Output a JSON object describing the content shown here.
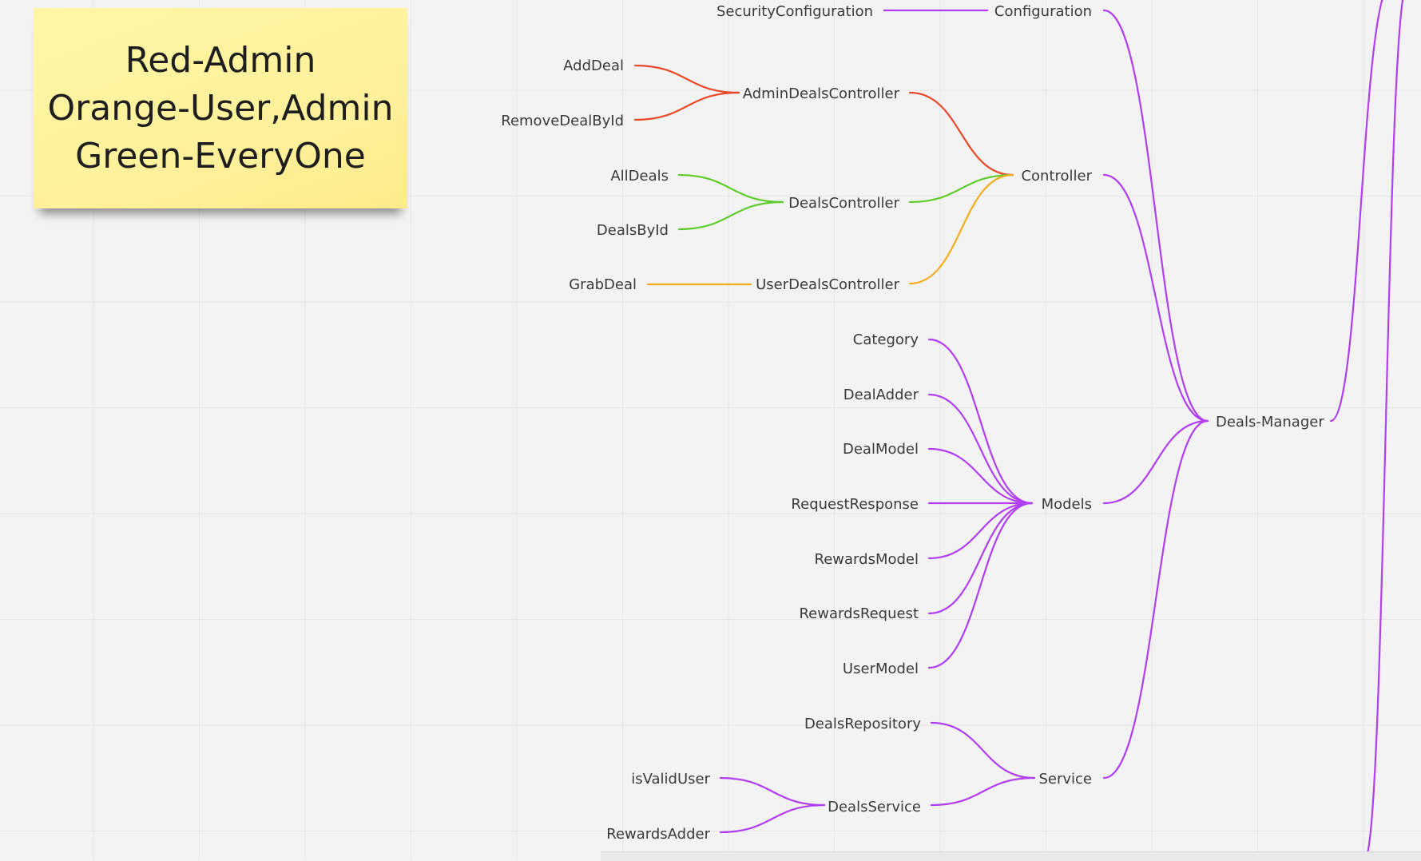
{
  "legend": {
    "lines": [
      "Red-Admin",
      "Orange-User,Admin",
      "Green-EveryOne"
    ]
  },
  "colors": {
    "purple": "#b13ff0",
    "red": "#e8492a",
    "green": "#62cc2e",
    "orange": "#f4ac1c"
  },
  "nodes": {
    "deals_manager": "Deals-Manager",
    "configuration": "Configuration",
    "security_configuration": "SecurityConfiguration",
    "controller": "Controller",
    "admin_deals_controller": "AdminDealsController",
    "add_deal": "AddDeal",
    "remove_deal_by_id": "RemoveDealById",
    "deals_controller": "DealsController",
    "all_deals": "AllDeals",
    "deals_by_id": "DealsById",
    "user_deals_controller": "UserDealsController",
    "grab_deal": "GrabDeal",
    "models": "Models",
    "category": "Category",
    "deal_adder": "DealAdder",
    "deal_model": "DealModel",
    "request_response": "RequestResponse",
    "rewards_model": "RewardsModel",
    "rewards_request": "RewardsRequest",
    "user_model": "UserModel",
    "service": "Service",
    "deals_repository": "DealsRepository",
    "deals_service": "DealsService",
    "is_valid_user": "isValidUser",
    "rewards_adder": "RewardsAdder"
  }
}
